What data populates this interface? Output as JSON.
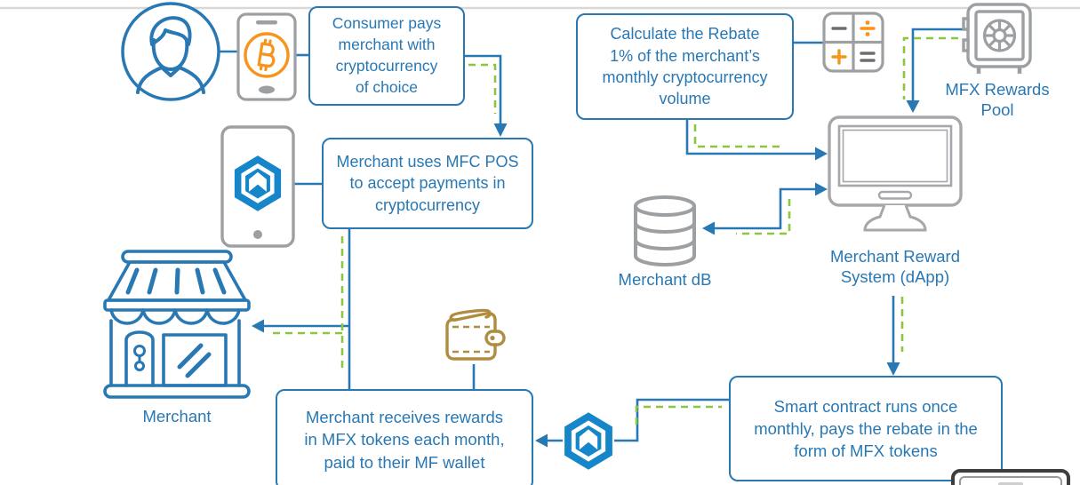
{
  "colors": {
    "line_blue": "#2878b4",
    "logo_blue": "#1486c9",
    "dash_green": "#8cc63f",
    "accent_orange": "#f7941e",
    "icon_gray": "#9da0a3",
    "wallet_brown": "#b08c3e",
    "top_rule_gray": "#d8d8d8"
  },
  "diagram": {
    "boxes": {
      "consumer": {
        "text": "Consumer pays\nmerchant with\ncryptocurrency\nof choice"
      },
      "pos": {
        "text": "Merchant uses MFC POS\nto accept payments in\ncryptocurrency"
      },
      "calculate": {
        "text": "Calculate the Rebate\n1% of the merchant’s\nmonthly cryptocurrency\nvolume"
      },
      "smart_contract": {
        "text": "Smart contract runs once\nmonthly, pays the rebate in the\nform of MFX tokens"
      },
      "receives": {
        "text": "Merchant receives rewards\nin MFX tokens each month,\npaid to their MF wallet"
      }
    },
    "labels": {
      "merchant": "Merchant",
      "merchant_db": "Merchant dB",
      "reward_system": "Merchant Reward\nSystem (dApp)",
      "mfx_pool": "MFX Rewards\nPool"
    },
    "icons": {
      "consumer-avatar-icon": "person in circle",
      "bitcoin-phone-icon": "smartphone with bitcoin coin",
      "mfx-pos-phone-icon": "smartphone with MFX hexagon logo",
      "mfx-token-icon": "MFX hexagon token logo",
      "storefront-icon": "merchant shop front",
      "wallet-icon": "wallet with clasp",
      "calculator-icon": "calculator with + − ÷ = keys",
      "safe-vault-icon": "safe with dial",
      "database-icon": "database cylinder",
      "monitor-icon": "desktop computer monitor"
    }
  }
}
